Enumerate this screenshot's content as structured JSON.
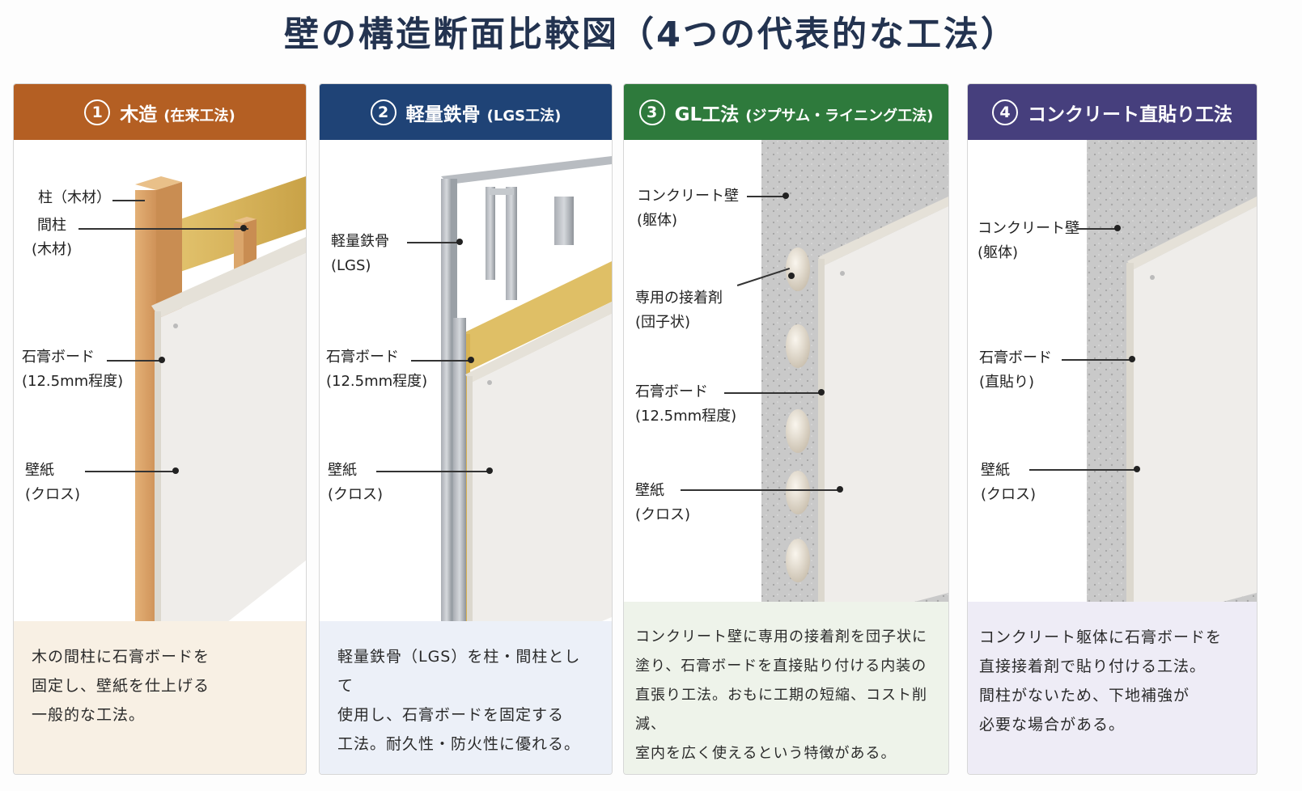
{
  "title": "壁の構造断面比較図（4つの代表的な工法）",
  "colors": {
    "panel1": "#b45f23",
    "panel2": "#1f4376",
    "panel3": "#2e7a3c",
    "panel4": "#463f7d",
    "desc1": "#f8f0e4",
    "desc2": "#ecf0f8",
    "desc3": "#eef3ea",
    "desc4": "#eeecf6"
  },
  "panels": [
    {
      "number": "1",
      "title": "木造",
      "subtitle": "(在来工法)",
      "labels": [
        {
          "line1": "柱（木材）",
          "line2": ""
        },
        {
          "line1": "間柱",
          "line2": "(木材)"
        },
        {
          "line1": "石膏ボード",
          "line2": "(12.5mm程度)"
        },
        {
          "line1": "壁紙",
          "line2": "(クロス)"
        }
      ],
      "description": [
        "木の間柱に石膏ボードを",
        "固定し、壁紙を仕上げる",
        "一般的な工法。"
      ]
    },
    {
      "number": "2",
      "title": "軽量鉄骨",
      "subtitle": "(LGS工法)",
      "labels": [
        {
          "line1": "軽量鉄骨",
          "line2": "(LGS)"
        },
        {
          "line1": "石膏ボード",
          "line2": "(12.5mm程度)"
        },
        {
          "line1": "壁紙",
          "line2": "(クロス)"
        }
      ],
      "description": [
        "軽量鉄骨（LGS）を柱・間柱として",
        "使用し、石膏ボードを固定する",
        "工法。耐久性・防火性に優れる。"
      ]
    },
    {
      "number": "3",
      "title": "GL工法",
      "subtitle": "(ジプサム・ライニング工法)",
      "labels": [
        {
          "line1": "コンクリート壁",
          "line2": "(躯体)"
        },
        {
          "line1": "専用の接着剤",
          "line2": "(団子状)"
        },
        {
          "line1": "石膏ボード",
          "line2": "(12.5mm程度)"
        },
        {
          "line1": "壁紙",
          "line2": "(クロス)"
        }
      ],
      "description": [
        "コンクリート壁に専用の接着剤を団子状に",
        "塗り、石膏ボードを直接貼り付ける内装の",
        "直張り工法。おもに工期の短縮、コスト削減、",
        "室内を広く使えるという特徴がある。"
      ]
    },
    {
      "number": "4",
      "title": "コンクリート直貼り工法",
      "subtitle": "",
      "labels": [
        {
          "line1": "コンクリート壁",
          "line2": "(躯体)"
        },
        {
          "line1": "石膏ボード",
          "line2": "(直貼り)"
        },
        {
          "line1": "壁紙",
          "line2": "(クロス)"
        }
      ],
      "description": [
        "コンクリート躯体に石膏ボードを",
        "直接接着剤で貼り付ける工法。",
        "間柱がないため、下地補強が",
        "必要な場合がある。"
      ]
    }
  ]
}
